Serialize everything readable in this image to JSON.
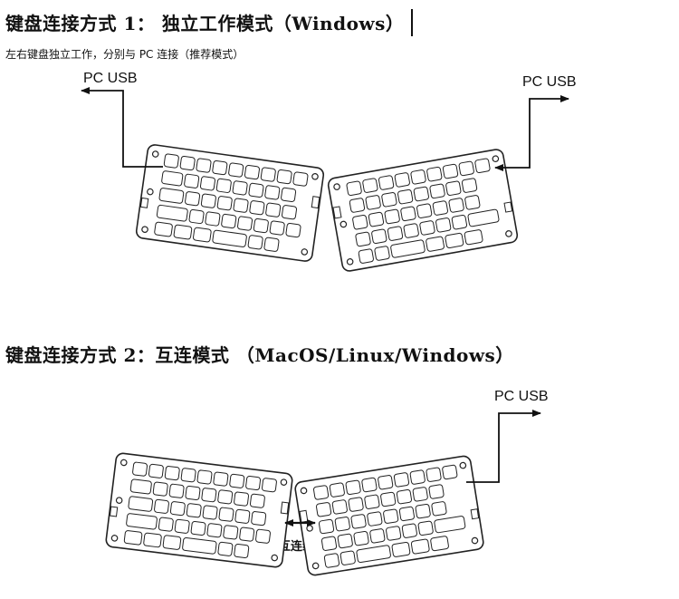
{
  "mode1": {
    "title": "键盘连接方式 1：  独立工作模式（Windows）",
    "subtitle": "左右键盘独立工作，分别与 PC 连接（推荐模式）",
    "left_label": "PC USB",
    "right_label": "PC USB"
  },
  "mode2": {
    "title": "键盘连接方式 2：互连模式  （MacOS/Linux/Windows）",
    "usb_label": "PC USB",
    "link_label": "互连线"
  }
}
